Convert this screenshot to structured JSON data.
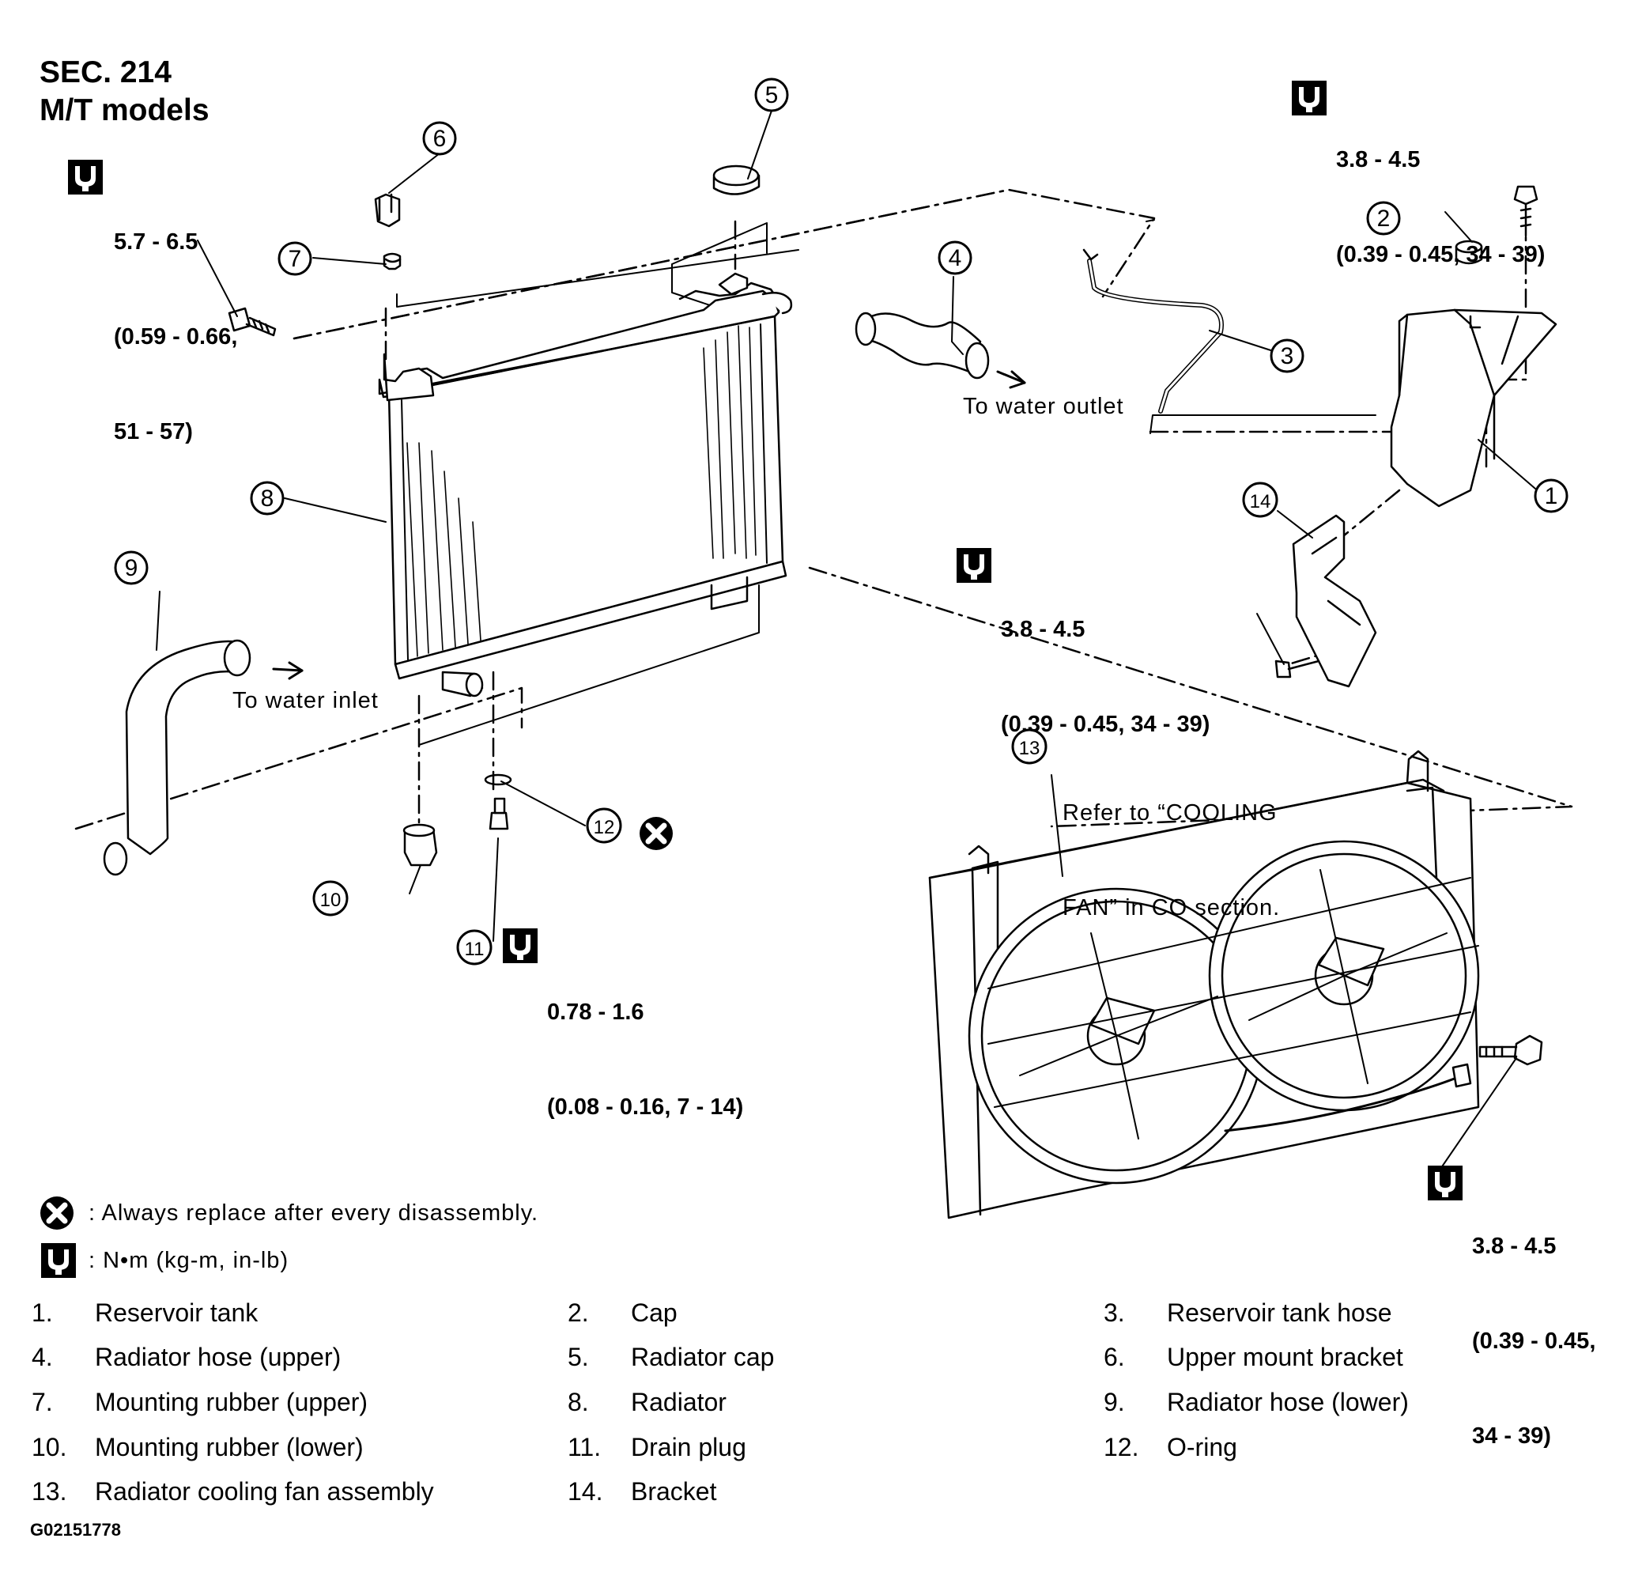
{
  "header": {
    "section": "SEC. 214",
    "models": "M/T models"
  },
  "callouts": [
    "1",
    "2",
    "3",
    "4",
    "5",
    "6",
    "7",
    "8",
    "9",
    "10",
    "11",
    "12",
    "13",
    "14"
  ],
  "torque_specs": {
    "top_left": {
      "line1": "5.7 - 6.5",
      "line2": "(0.59 - 0.66,",
      "line3": "51 - 57)"
    },
    "top_right": {
      "line1": "3.8 - 4.5",
      "line2": "(0.39 - 0.45, 34 - 39)"
    },
    "bracket": {
      "line1": "3.8 - 4.5",
      "line2": "(0.39 - 0.45, 34 - 39)"
    },
    "drain": {
      "line1": "0.78 - 1.6",
      "line2": "(0.08 - 0.16, 7 - 14)"
    },
    "fan": {
      "line1": "3.8 - 4.5",
      "line2": "(0.39 - 0.45,",
      "line3": "34 - 39)"
    }
  },
  "annotations": {
    "to_water_outlet": "To water outlet",
    "to_water_inlet": "To water inlet",
    "refer_cooling_fan_1": "Refer to “COOLING",
    "refer_cooling_fan_2": "FAN” in CO section."
  },
  "legend": {
    "replace": ": Always replace after every disassembly.",
    "torque_unit": ": N•m (kg-m, in-lb)"
  },
  "parts": [
    {
      "num": "1.",
      "name": "Reservoir tank"
    },
    {
      "num": "2.",
      "name": "Cap"
    },
    {
      "num": "3.",
      "name": "Reservoir tank hose"
    },
    {
      "num": "4.",
      "name": "Radiator hose (upper)"
    },
    {
      "num": "5.",
      "name": "Radiator cap"
    },
    {
      "num": "6.",
      "name": "Upper mount bracket"
    },
    {
      "num": "7.",
      "name": "Mounting rubber (upper)"
    },
    {
      "num": "8.",
      "name": "Radiator"
    },
    {
      "num": "9.",
      "name": "Radiator hose (lower)"
    },
    {
      "num": "10.",
      "name": "Mounting rubber (lower)"
    },
    {
      "num": "11.",
      "name": "Drain plug"
    },
    {
      "num": "12.",
      "name": "O-ring"
    },
    {
      "num": "13.",
      "name": "Radiator cooling fan assembly"
    },
    {
      "num": "14.",
      "name": "Bracket"
    }
  ],
  "figure_code": "G02151778"
}
